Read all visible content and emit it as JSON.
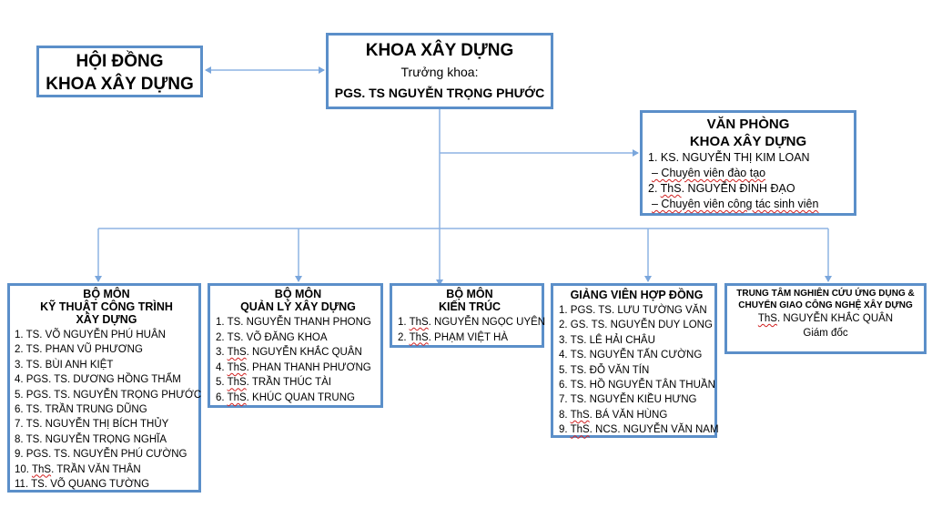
{
  "council": {
    "line1": "HỘI ĐỒNG",
    "line2": "KHOA XÂY DỰNG"
  },
  "faculty": {
    "title": "KHOA XÂY DỰNG",
    "role": "Trưởng khoa:",
    "head": "PGS. TS NGUYỄN TRỌNG PHƯỚC"
  },
  "office": {
    "line1": "VĂN PHÒNG",
    "line2": "KHOA XÂY DỰNG",
    "staff": [
      {
        "name": "1. KS. NGUYỄN THỊ KIM LOAN",
        "role": "– Chuyên viên đào tạo"
      },
      {
        "prefix": "2. ",
        "title": "ThS",
        "rest": ". NGUYỄN ĐÌNH ĐẠO",
        "role": "– Chuyên viên công tác sinh viên"
      }
    ]
  },
  "dept_civil": {
    "line1": "BỘ MÔN",
    "line2": "KỸ THUẬT CÔNG TRÌNH",
    "line3": "XÂY DỰNG",
    "members": [
      "1. TS. VÕ NGUYỄN PHÚ HUÂN",
      "2. TS. PHAN VŨ PHƯƠNG",
      "3. TS. BÙI ANH KIỆT",
      "4. PGS. TS. DƯƠNG HỒNG THẨM",
      "5. PGS. TS. NGUYỄN TRỌNG PHƯỚC",
      "6. TS. TRẦN TRUNG DŨNG",
      "7. TS. NGUYỄN THỊ BÍCH THỦY",
      "8. TS. NGUYỄN TRỌNG NGHĨA",
      "9. PGS. TS. NGUYỄN PHÚ CƯỜNG",
      "10. ThS. TRẦN VĂN THÂN",
      "11. TS. VÕ QUANG TƯỜNG"
    ]
  },
  "dept_mgmt": {
    "line1": "BỘ MÔN",
    "line2": "QUẢN LÝ XÂY DỰNG",
    "members": [
      "1. TS. NGUYỄN THANH PHONG",
      "2. TS. VÕ ĐĂNG KHOA",
      "3. ThS. NGUYỄN KHẮC QUÂN",
      "4. ThS. PHAN THANH PHƯƠNG",
      "5. ThS. TRẦN THÚC TÀI",
      "6. ThS. KHÚC QUAN TRUNG"
    ]
  },
  "dept_arch": {
    "line1": "BỘ MÔN",
    "line2": "KIẾN TRÚC",
    "members": [
      "1. ThS. NGUYỄN NGỌC UYÊN",
      "2. ThS. PHẠM VIỆT HÀ"
    ]
  },
  "contract": {
    "title": "GIẢNG VIÊN HỢP ĐỒNG",
    "members": [
      "1. PGS. TS. LƯU TƯỜNG VĂN",
      "2. GS. TS. NGUYỄN DUY LONG",
      "3. TS. LÊ HẢI CHÂU",
      "4. TS. NGUYỄN TẤN CƯỜNG",
      "5. TS. ĐỖ VĂN TÍN",
      "6. TS. HỒ NGUYỄN TÂN THUẦN",
      "7. TS. NGUYỄN KIỀU HƯNG",
      "8. ThS. BÁ VĂN HÙNG",
      "9. ThS. NCS. NGUYỄN VĂN NAM"
    ]
  },
  "center": {
    "line1": "TRUNG TÂM NGHIÊN CỨU ỨNG DỤNG &",
    "line2": "CHUYỂN GIAO CÔNG NGHỆ XÂY DỰNG",
    "name": "ThS. NGUYỄN KHẮC QUÂN",
    "role": "Giám đốc"
  },
  "colors": {
    "border": "#5b8fc9",
    "connector": "#8eb4e3"
  }
}
